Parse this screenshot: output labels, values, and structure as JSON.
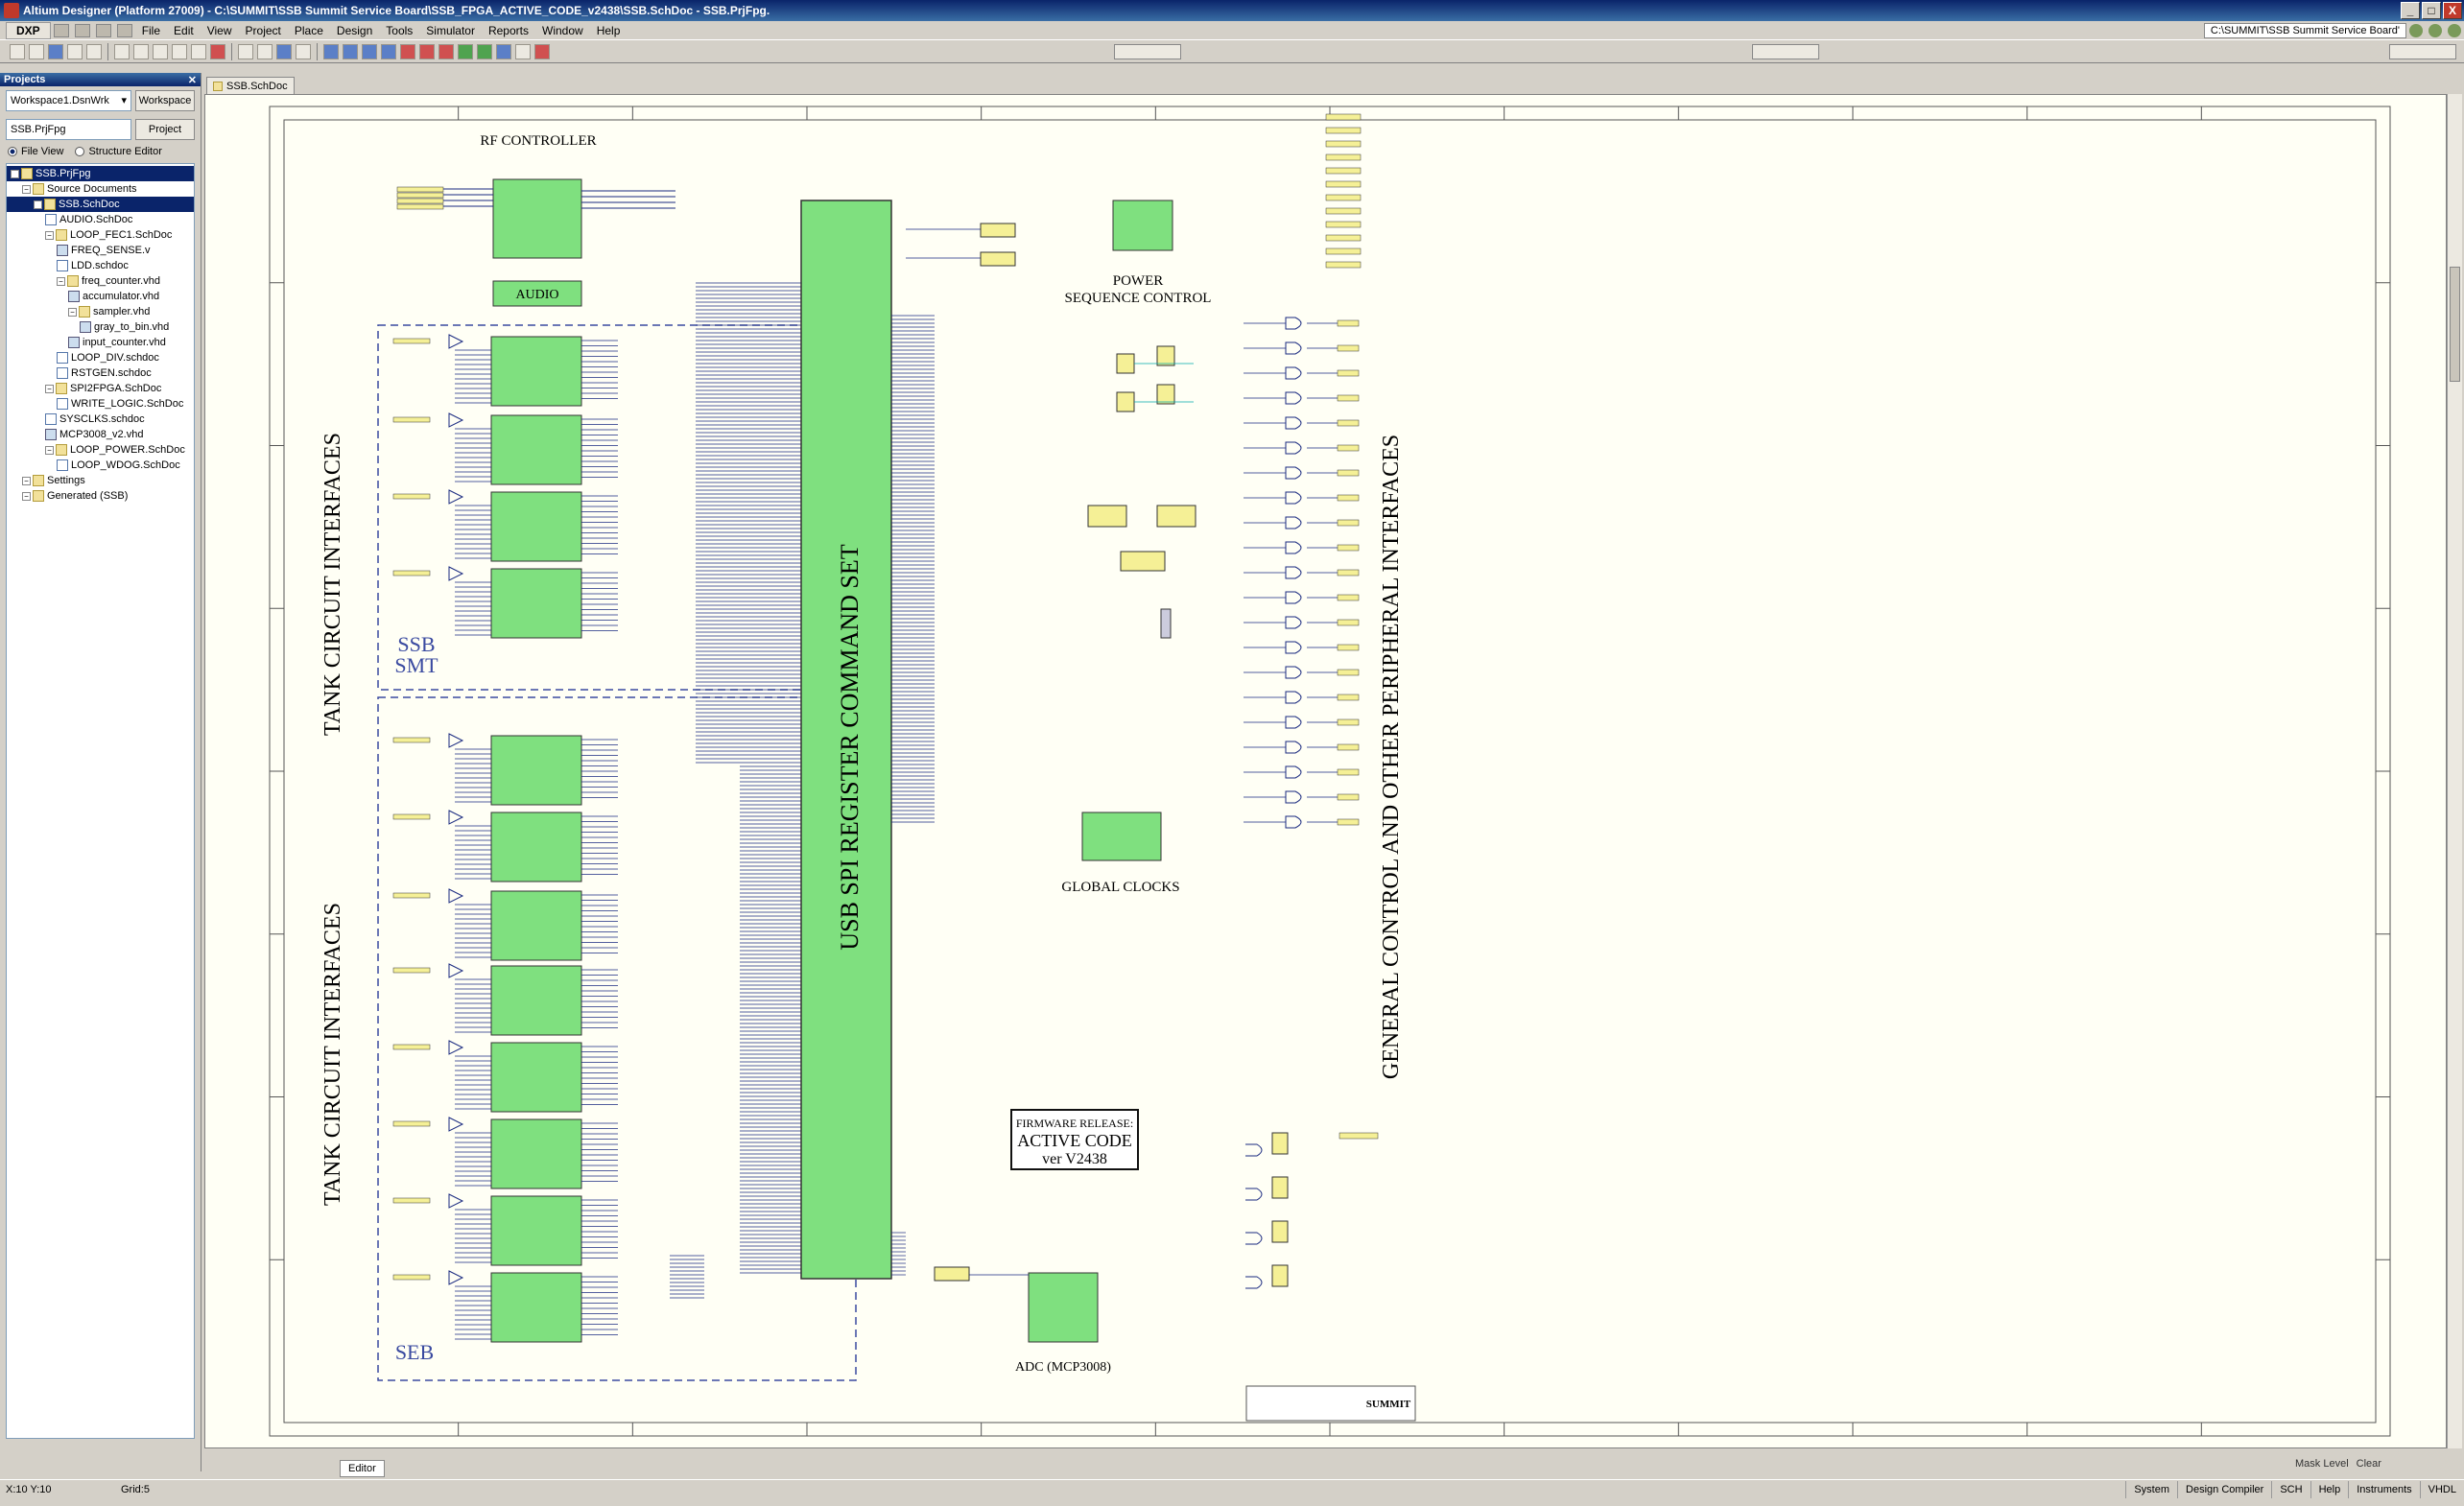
{
  "window": {
    "title": "Altium Designer (Platform 27009) - C:\\SUMMIT\\SSB Summit Service Board\\SSB_FPGA_ACTIVE_CODE_v2438\\SSB.SchDoc - SSB.PrjFpg.",
    "minimize": "_",
    "maximize": "□",
    "close": "X"
  },
  "menu": {
    "dxp": "DXP",
    "items": [
      "File",
      "Edit",
      "View",
      "Project",
      "Place",
      "Design",
      "Tools",
      "Simulator",
      "Reports",
      "Window",
      "Help"
    ],
    "path": "C:\\SUMMIT\\SSB Summit Service Board'"
  },
  "projects_panel": {
    "title": "Projects",
    "workspace": "Workspace1.DsnWrk",
    "workspace_button": "Workspace",
    "project": "SSB.PrjFpg",
    "project_button": "Project",
    "file_view": "File View",
    "structure_editor": "Structure Editor",
    "tree": [
      {
        "label": "SSB.PrjFpg",
        "indent": 0,
        "type": "proj",
        "selected": true
      },
      {
        "label": "Source Documents",
        "indent": 1,
        "type": "folder"
      },
      {
        "label": "SSB.SchDoc",
        "indent": 2,
        "type": "folder",
        "selected": true
      },
      {
        "label": "AUDIO.SchDoc",
        "indent": 3,
        "type": "doc"
      },
      {
        "label": "LOOP_FEC1.SchDoc",
        "indent": 3,
        "type": "folder"
      },
      {
        "label": "FREQ_SENSE.v",
        "indent": 4,
        "type": "vhd"
      },
      {
        "label": "LDD.schdoc",
        "indent": 4,
        "type": "doc"
      },
      {
        "label": "freq_counter.vhd",
        "indent": 4,
        "type": "folder"
      },
      {
        "label": "accumulator.vhd",
        "indent": 5,
        "type": "vhd"
      },
      {
        "label": "sampler.vhd",
        "indent": 5,
        "type": "folder"
      },
      {
        "label": "gray_to_bin.vhd",
        "indent": 6,
        "type": "vhd"
      },
      {
        "label": "input_counter.vhd",
        "indent": 5,
        "type": "vhd"
      },
      {
        "label": "LOOP_DIV.schdoc",
        "indent": 4,
        "type": "doc"
      },
      {
        "label": "RSTGEN.schdoc",
        "indent": 4,
        "type": "doc"
      },
      {
        "label": "SPI2FPGA.SchDoc",
        "indent": 3,
        "type": "folder"
      },
      {
        "label": "WRITE_LOGIC.SchDoc",
        "indent": 4,
        "type": "doc"
      },
      {
        "label": "SYSCLKS.schdoc",
        "indent": 3,
        "type": "doc"
      },
      {
        "label": "MCP3008_v2.vhd",
        "indent": 3,
        "type": "vhd"
      },
      {
        "label": "LOOP_POWER.SchDoc",
        "indent": 3,
        "type": "folder"
      },
      {
        "label": "LOOP_WDOG.SchDoc",
        "indent": 4,
        "type": "doc"
      },
      {
        "label": "Settings",
        "indent": 1,
        "type": "folder"
      },
      {
        "label": "Generated (SSB)",
        "indent": 1,
        "type": "folder"
      }
    ]
  },
  "editor": {
    "tab": "SSB.SchDoc",
    "bottom_tab": "Editor",
    "mask_level": "Mask Level",
    "clear": "Clear"
  },
  "schematic": {
    "rf_controller": "RF CONTROLLER",
    "audio": "AUDIO",
    "tank_circuit_1": "TANK CIRCUIT INTERFACES",
    "tank_circuit_2": "TANK CIRCUIT INTERFACES",
    "ssb": "SSB",
    "smt": "SMT",
    "seb": "SEB",
    "usb_spi": "USB SPI REGISTER COMMAND SET",
    "power_seq_1": "POWER",
    "power_seq_2": "SEQUENCE CONTROL",
    "global_clocks": "GLOBAL CLOCKS",
    "general_control": "GENERAL CONTROL AND OTHER PERIPHERAL INTERFACES",
    "firmware_release": "FIRMWARE RELEASE:",
    "active_code": "ACTIVE CODE",
    "version": "ver V2438",
    "adc": "ADC (MCP3008)",
    "logo": "SUMMIT"
  },
  "statusbar": {
    "coords": "X:10 Y:10",
    "grid": "Grid:5",
    "buttons": [
      "System",
      "Design Compiler",
      "SCH",
      "Help",
      "Instruments",
      "VHDL"
    ]
  }
}
